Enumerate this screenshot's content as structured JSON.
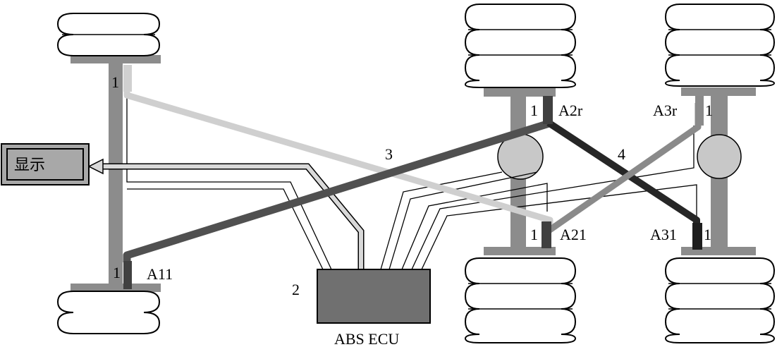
{
  "display_box": {
    "label": "显示"
  },
  "ecu": {
    "number": "2",
    "label": "ABS ECU"
  },
  "sensors": [
    {
      "id": "A11",
      "number": "1"
    },
    {
      "id": "A21",
      "number": "1"
    },
    {
      "id": "A2r",
      "number": "1"
    },
    {
      "id": "A31",
      "number": "1"
    },
    {
      "id": "A3r",
      "number": "1"
    }
  ],
  "front_left_sensor_number": "1",
  "callouts": {
    "line3": "3",
    "line4": "4"
  },
  "colors": {
    "axle": "#8c8c8c",
    "cable_light": "#cfcfcf",
    "cable_mid": "#8a8a8a",
    "cable_dark": "#505050",
    "cable_black": "#262626",
    "ecu_fill": "#707070",
    "display_fill": "#a8a8a8",
    "differential_fill": "#c8c8c8"
  }
}
